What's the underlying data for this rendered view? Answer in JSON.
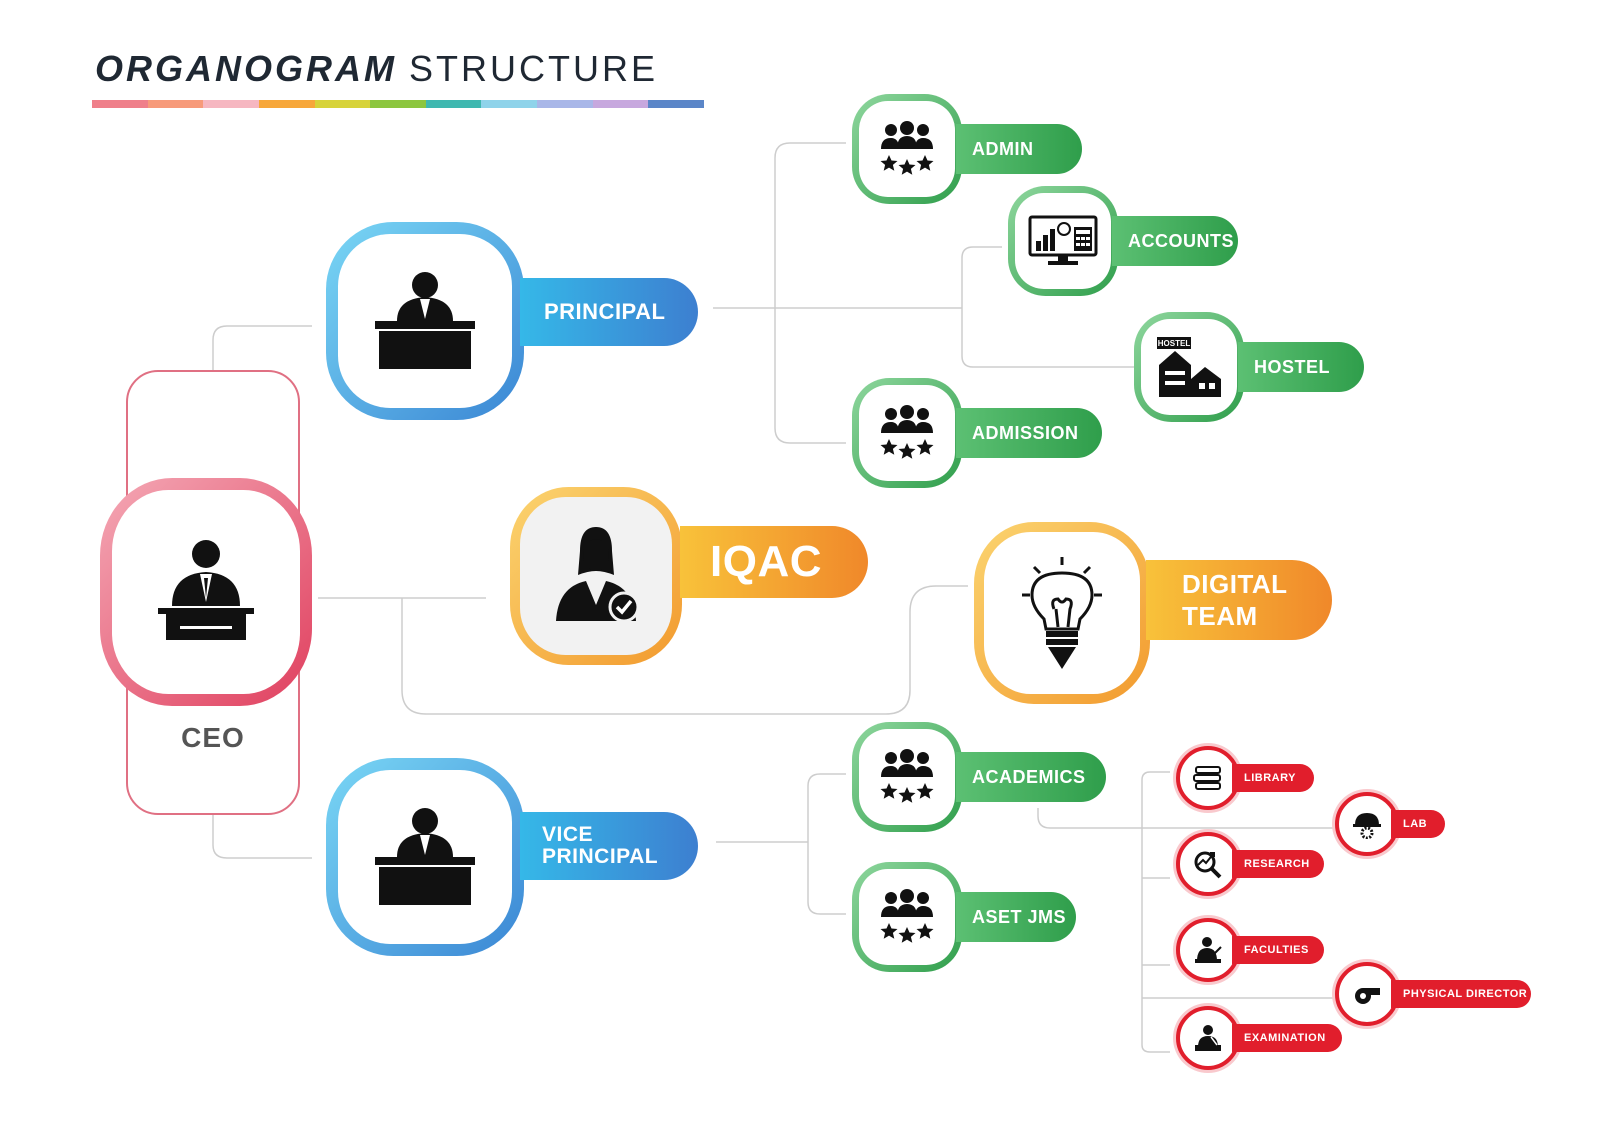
{
  "title": {
    "bold": "ORGANOGRAM",
    "light": "STRUCTURE"
  },
  "colors": {
    "green": "#3fae5a",
    "blue": "#3aa7e0",
    "orange": "#f5a623",
    "red": "#e11e2c",
    "ceo_pink": "#e45b73",
    "line_gray": "#cdcdcd",
    "rainbow": [
      "#ef7f8a",
      "#f79a7a",
      "#f6b7c1",
      "#f7a73a",
      "#d7d33a",
      "#8cc63f",
      "#3fb8b0",
      "#8fd3ea",
      "#a9b7e8",
      "#c7a8de",
      "#5b86c8"
    ]
  },
  "ceo": {
    "label": "CEO",
    "icon": "executive-at-desk-icon"
  },
  "principal": {
    "label": "PRINCIPAL",
    "icon": "person-at-desk-icon"
  },
  "vice_principal": {
    "label": "VICE\nPRINCIPAL",
    "icon": "person-at-desk-icon"
  },
  "iqac": {
    "label": "IQAC",
    "icon": "businesswoman-check-icon"
  },
  "digital_team": {
    "label": "DIGITAL\nTEAM",
    "icon": "lightbulb-pencil-icon"
  },
  "principal_units": [
    {
      "label": "ADMIN",
      "icon": "team-stars-icon"
    },
    {
      "label": "ACCOUNTS",
      "icon": "accounting-monitor-icon"
    },
    {
      "label": "HOSTEL",
      "icon": "hostel-building-icon",
      "sign": "HOSTEL"
    },
    {
      "label": "ADMISSION",
      "icon": "team-stars-icon"
    }
  ],
  "vice_units": [
    {
      "label": "ACADEMICS",
      "icon": "team-stars-icon"
    },
    {
      "label": "ASET JMS",
      "icon": "team-stars-icon"
    }
  ],
  "academic_units": [
    {
      "label": "LIBRARY",
      "icon": "books-icon"
    },
    {
      "label": "LAB",
      "icon": "helmet-gear-icon"
    },
    {
      "label": "RESEARCH",
      "icon": "magnifier-chart-icon"
    },
    {
      "label": "FACULTIES",
      "icon": "teacher-icon"
    },
    {
      "label": "PHYSICAL DIRECTOR",
      "icon": "whistle-icon"
    },
    {
      "label": "EXAMINATION",
      "icon": "exam-writer-icon"
    }
  ]
}
